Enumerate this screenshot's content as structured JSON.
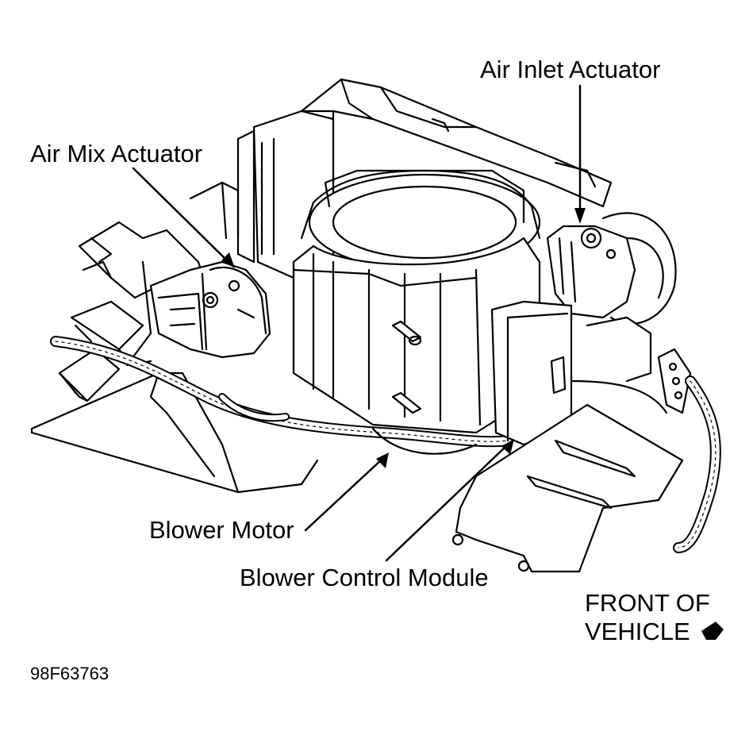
{
  "labels": {
    "air_inlet_actuator": "Air Inlet Actuator",
    "air_mix_actuator": "Air Mix Actuator",
    "blower_motor": "Blower Motor",
    "blower_control_module": "Blower Control Module",
    "front_of_vehicle_line1": "FRONT OF",
    "front_of_vehicle_line2": "VEHICLE",
    "figure_code": "98F63763"
  },
  "icons": {
    "front_arrow": "front-direction-arrow-icon"
  },
  "colors": {
    "ink": "#000000",
    "paper": "#ffffff"
  }
}
